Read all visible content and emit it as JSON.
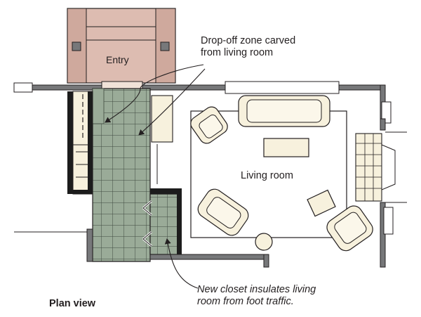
{
  "labels": {
    "entry": "Entry",
    "living_room": "Living room",
    "plan_view": "Plan view"
  },
  "callouts": {
    "dropoff_line1": "Drop-off zone carved",
    "dropoff_line2": "from living room",
    "closet_line1": "New closet insulates living",
    "closet_line2": "room from foot traffic."
  },
  "colors": {
    "wall_gray": "#77787a",
    "wall_black": "#1c1c1c",
    "tile_green": "#9aab98",
    "tile_grout": "#3f4a40",
    "entry_pink": "#ddbcb1",
    "furniture_cream": "#f7f1dd",
    "ink": "#231f20"
  }
}
